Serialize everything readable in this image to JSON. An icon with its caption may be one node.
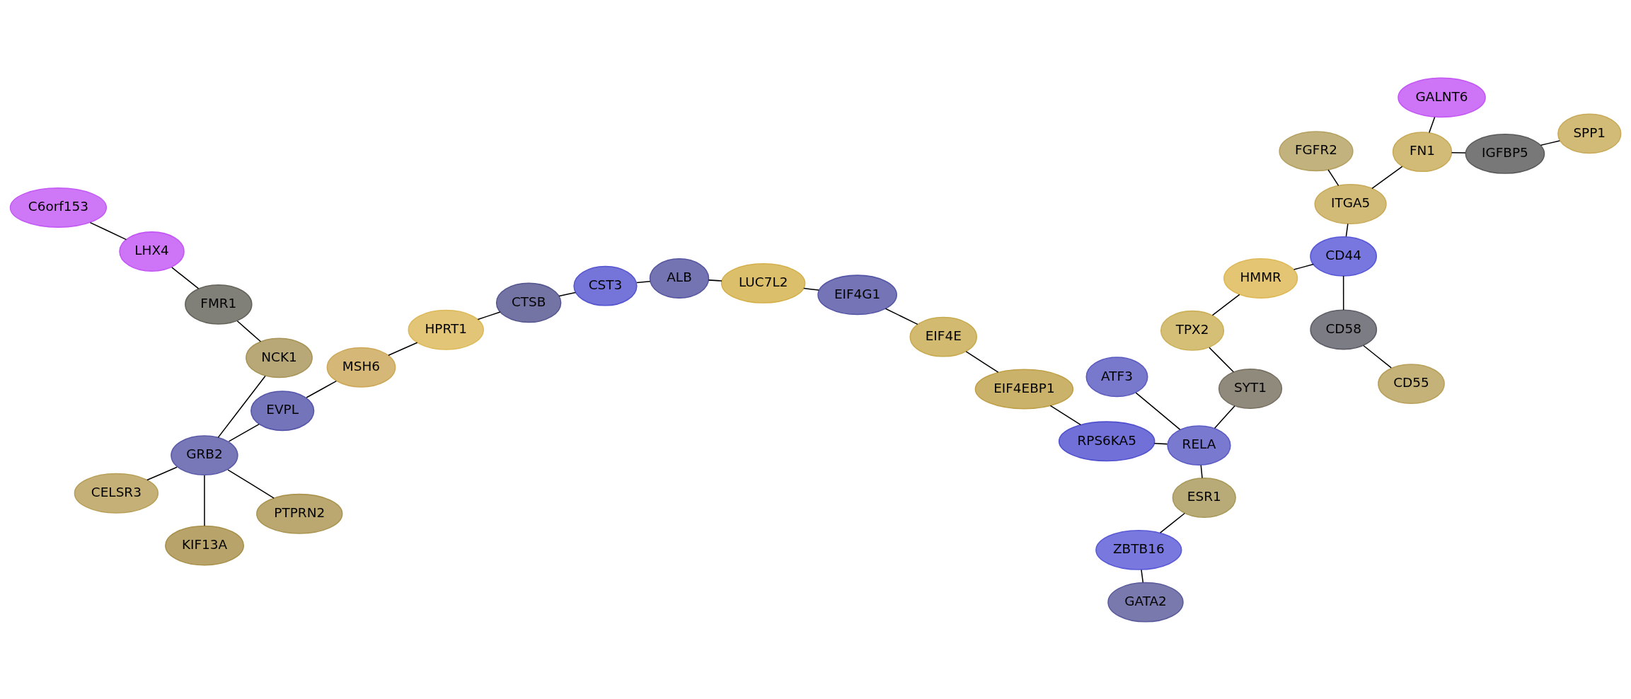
{
  "diagram": {
    "nodes": [
      {
        "text": [
          "GATA2"
        ]
      },
      {
        "text": [
          "ZBTB16"
        ]
      },
      {
        "text": [
          "KIF13A"
        ]
      },
      {
        "text": [
          "CELSR3"
        ]
      },
      {
        "text": [
          "PTPRN2"
        ]
      },
      {
        "text": [
          "ESR1"
        ]
      },
      {
        "text": [
          "GRB2"
        ]
      },
      {
        "text": [
          "EVPL"
        ]
      },
      {
        "text": [
          "MSH6"
        ]
      },
      {
        "text": [
          "NCK1"
        ]
      },
      {
        "text": [
          "HPRT1"
        ]
      },
      {
        "text": [
          "CTSB"
        ]
      },
      {
        "text": [
          "RELA"
        ]
      },
      {
        "text": [
          "RPS6KA5"
        ]
      },
      {
        "text": [
          "EIF4EBP1"
        ]
      },
      {
        "text": [
          "EIF4E"
        ]
      },
      {
        "text": [
          "CST3"
        ]
      },
      {
        "text": [
          "FMR1"
        ]
      },
      {
        "text": [
          "EIF4G1"
        ]
      },
      {
        "text": [
          "LUC7L2"
        ]
      },
      {
        "text": [
          "ALB"
        ]
      },
      {
        "text": [
          "SYT1"
        ]
      },
      {
        "text": [
          "LHX4"
        ]
      },
      {
        "text": [
          "ATF3"
        ]
      },
      {
        "text": [
          "C6orf153"
        ]
      },
      {
        "text": [
          "CD55"
        ]
      },
      {
        "text": [
          "TPX2"
        ]
      },
      {
        "text": [
          "CD58"
        ]
      },
      {
        "text": [
          "HMMR"
        ]
      },
      {
        "text": [
          "CD44"
        ]
      },
      {
        "text": [
          "ITGA5"
        ]
      },
      {
        "text": [
          "GALNT6"
        ]
      },
      {
        "text": [
          "FN1"
        ]
      },
      {
        "text": [
          "FGFR2"
        ]
      },
      {
        "text": [
          "IGFBP5"
        ]
      },
      {
        "text": [
          "SPP1"
        ]
      }
    ],
    "edges": [
      {
        "from": 0,
        "to": 1,
        "arrow": "none"
      },
      {
        "from": 1,
        "to": 5,
        "arrow": "none"
      },
      {
        "from": 5,
        "to": 12,
        "arrow": "none"
      },
      {
        "from": 12,
        "to": 13,
        "arrow": "none"
      },
      {
        "from": 12,
        "to": 23,
        "arrow": "none"
      },
      {
        "from": 12,
        "to": 21,
        "arrow": "none"
      },
      {
        "from": 21,
        "to": 26,
        "arrow": "none"
      },
      {
        "from": 26,
        "to": 28,
        "arrow": "none"
      },
      {
        "from": 28,
        "to": 29,
        "arrow": "none"
      },
      {
        "from": 29,
        "to": 27,
        "arrow": "none"
      },
      {
        "from": 27,
        "to": 25,
        "arrow": "none"
      },
      {
        "from": 29,
        "to": 30,
        "arrow": "none"
      },
      {
        "from": 30,
        "to": 32,
        "arrow": "none"
      },
      {
        "from": 30,
        "to": 33,
        "arrow": "none"
      },
      {
        "from": 32,
        "to": 31,
        "arrow": "none"
      },
      {
        "from": 32,
        "to": 34,
        "arrow": "none"
      },
      {
        "from": 34,
        "to": 35,
        "arrow": "none"
      },
      {
        "from": 13,
        "to": 14,
        "arrow": "none"
      },
      {
        "from": 14,
        "to": 15,
        "arrow": "none"
      },
      {
        "from": 15,
        "to": 18,
        "arrow": "none"
      },
      {
        "from": 18,
        "to": 19,
        "arrow": "none"
      },
      {
        "from": 19,
        "to": 20,
        "arrow": "none"
      },
      {
        "from": 20,
        "to": 16,
        "arrow": "none"
      },
      {
        "from": 16,
        "to": 11,
        "arrow": "none"
      },
      {
        "from": 11,
        "to": 10,
        "arrow": "none"
      },
      {
        "from": 10,
        "to": 8,
        "arrow": "none"
      },
      {
        "from": 8,
        "to": 7,
        "arrow": "none"
      },
      {
        "from": 7,
        "to": 6,
        "arrow": "none"
      },
      {
        "from": 6,
        "to": 3,
        "arrow": "none"
      },
      {
        "from": 6,
        "to": 2,
        "arrow": "none"
      },
      {
        "from": 6,
        "to": 4,
        "arrow": "none"
      },
      {
        "from": 6,
        "to": 9,
        "arrow": "none"
      },
      {
        "from": 9,
        "to": 17,
        "arrow": "none"
      },
      {
        "from": 17,
        "to": 22,
        "arrow": "none"
      },
      {
        "from": 22,
        "to": 24,
        "arrow": "none"
      }
    ]
  }
}
